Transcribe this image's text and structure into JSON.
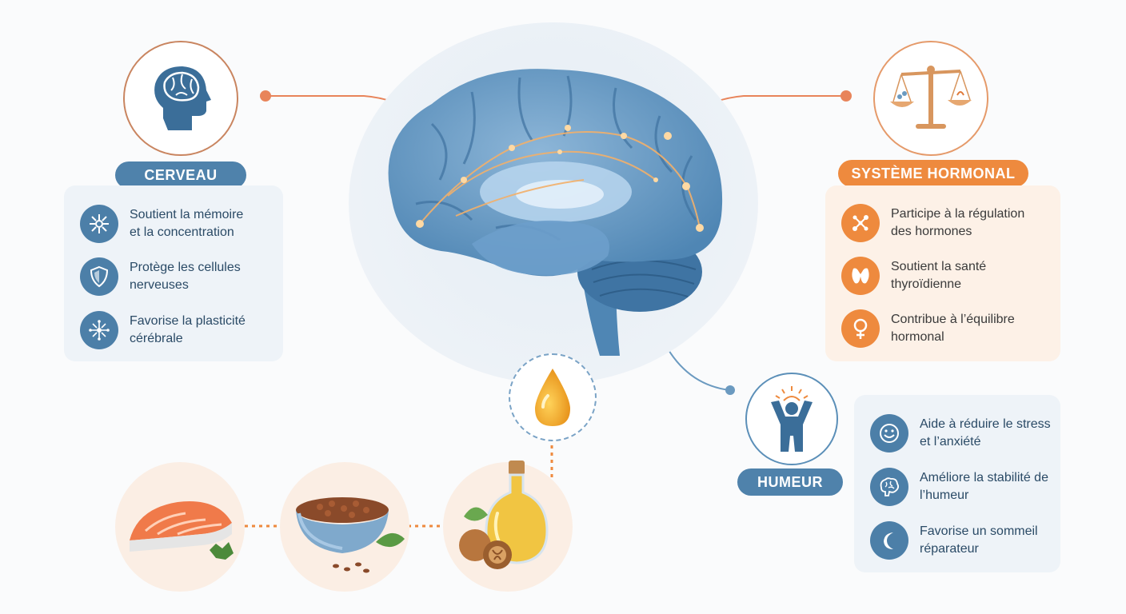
{
  "colors": {
    "blue_accent": "#4c7fa8",
    "blue_pill": "#4f82ab",
    "orange_accent": "#ee8a3e",
    "blue_panel": "#eef3f8",
    "orange_panel": "#fdf1e7",
    "food_circle": "#fbeee4"
  },
  "cerveau": {
    "label": "CERVEAU",
    "icon": "head-brain-icon",
    "items": [
      {
        "icon": "neuron-icon",
        "text": "Soutient la mémoire et la concentration"
      },
      {
        "icon": "shield-icon",
        "text": "Protège les cellules nerveuses"
      },
      {
        "icon": "network-icon",
        "text": "Favorise la plasticité cérébrale"
      }
    ]
  },
  "hormonal": {
    "label": "SYSTÈME HORMONAL",
    "icon": "balance-scale-icon",
    "items": [
      {
        "icon": "molecule-icon",
        "text": "Participe à la régulation des hormones"
      },
      {
        "icon": "thyroid-icon",
        "text": "Soutient la santé thyroïdienne"
      },
      {
        "icon": "female-symbol-icon",
        "text": "Contribue à l’équilibre hormonal"
      }
    ]
  },
  "humeur": {
    "label": "HUMEUR",
    "icon": "happy-person-icon",
    "items": [
      {
        "icon": "smile-icon",
        "text": "Aide à réduire le stress et l’anxiété"
      },
      {
        "icon": "brain-icon",
        "text": "Améliore la stabilité de l’humeur"
      },
      {
        "icon": "moon-icon",
        "text": "Favorise un sommeil réparateur"
      }
    ]
  },
  "center": {
    "icon": "brain-illustration"
  },
  "oil_drop": {
    "icon": "oil-drop-icon"
  },
  "foods": [
    {
      "icon": "salmon-icon"
    },
    {
      "icon": "flaxseed-bowl-icon"
    },
    {
      "icon": "oil-bottle-walnut-icon"
    }
  ]
}
